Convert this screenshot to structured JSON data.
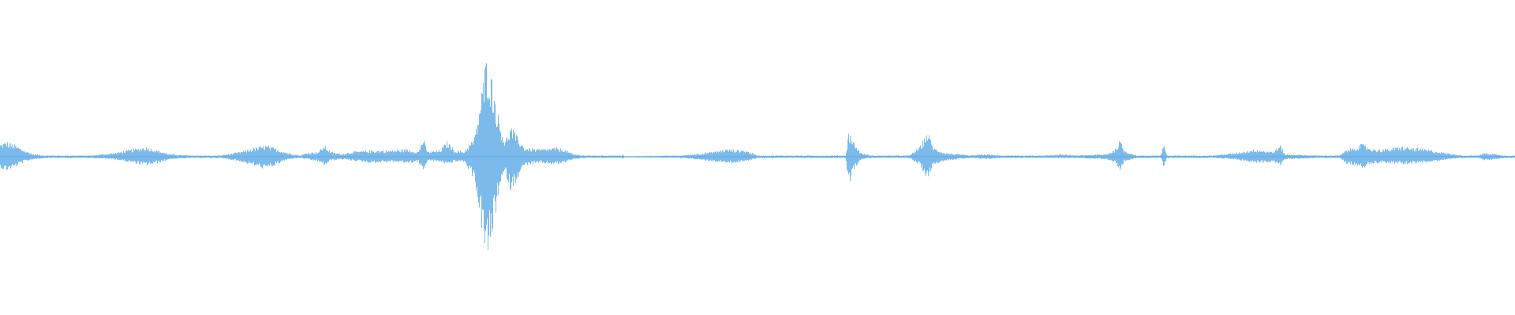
{
  "waveform": {
    "color": "#5aa9e6",
    "background": "#ffffff",
    "envelope_max": [
      [
        0.0,
        0.1
      ],
      [
        0.004,
        0.12
      ],
      [
        0.01,
        0.09
      ],
      [
        0.016,
        0.05
      ],
      [
        0.022,
        0.02
      ],
      [
        0.03,
        0.01
      ],
      [
        0.06,
        0.01
      ],
      [
        0.075,
        0.03
      ],
      [
        0.088,
        0.06
      ],
      [
        0.096,
        0.08
      ],
      [
        0.104,
        0.05
      ],
      [
        0.112,
        0.02
      ],
      [
        0.125,
        0.01
      ],
      [
        0.145,
        0.01
      ],
      [
        0.155,
        0.03
      ],
      [
        0.165,
        0.06
      ],
      [
        0.175,
        0.09
      ],
      [
        0.183,
        0.06
      ],
      [
        0.19,
        0.03
      ],
      [
        0.198,
        0.01
      ],
      [
        0.202,
        0.03
      ],
      [
        0.21,
        0.04
      ],
      [
        0.214,
        0.09
      ],
      [
        0.218,
        0.04
      ],
      [
        0.225,
        0.02
      ],
      [
        0.232,
        0.04
      ],
      [
        0.245,
        0.05
      ],
      [
        0.258,
        0.05
      ],
      [
        0.268,
        0.06
      ],
      [
        0.276,
        0.04
      ],
      [
        0.279,
        0.15
      ],
      [
        0.282,
        0.04
      ],
      [
        0.29,
        0.05
      ],
      [
        0.295,
        0.12
      ],
      [
        0.3,
        0.05
      ],
      [
        0.306,
        0.04
      ],
      [
        0.313,
        0.15
      ],
      [
        0.317,
        0.45
      ],
      [
        0.321,
        0.8
      ],
      [
        0.325,
        0.58
      ],
      [
        0.329,
        0.3
      ],
      [
        0.333,
        0.12
      ],
      [
        0.337,
        0.24
      ],
      [
        0.341,
        0.16
      ],
      [
        0.346,
        0.07
      ],
      [
        0.356,
        0.06
      ],
      [
        0.366,
        0.07
      ],
      [
        0.372,
        0.06
      ],
      [
        0.378,
        0.02
      ],
      [
        0.386,
        0.01
      ],
      [
        0.41,
        0.01
      ],
      [
        0.411,
        0.02
      ],
      [
        0.412,
        0.005
      ],
      [
        0.45,
        0.01
      ],
      [
        0.465,
        0.03
      ],
      [
        0.48,
        0.06
      ],
      [
        0.492,
        0.05
      ],
      [
        0.5,
        0.01
      ],
      [
        0.54,
        0.01
      ],
      [
        0.558,
        0.01
      ],
      [
        0.56,
        0.2
      ],
      [
        0.563,
        0.12
      ],
      [
        0.568,
        0.03
      ],
      [
        0.575,
        0.01
      ],
      [
        0.6,
        0.01
      ],
      [
        0.607,
        0.08
      ],
      [
        0.612,
        0.2
      ],
      [
        0.616,
        0.07
      ],
      [
        0.624,
        0.03
      ],
      [
        0.64,
        0.01
      ],
      [
        0.65,
        0.02
      ],
      [
        0.66,
        0.01
      ],
      [
        0.69,
        0.01
      ],
      [
        0.7,
        0.02
      ],
      [
        0.71,
        0.01
      ],
      [
        0.73,
        0.02
      ],
      [
        0.736,
        0.06
      ],
      [
        0.739,
        0.13
      ],
      [
        0.742,
        0.05
      ],
      [
        0.75,
        0.01
      ],
      [
        0.766,
        0.01
      ],
      [
        0.768,
        0.11
      ],
      [
        0.77,
        0.01
      ],
      [
        0.8,
        0.01
      ],
      [
        0.815,
        0.03
      ],
      [
        0.828,
        0.06
      ],
      [
        0.84,
        0.04
      ],
      [
        0.845,
        0.09
      ],
      [
        0.848,
        0.02
      ],
      [
        0.87,
        0.01
      ],
      [
        0.884,
        0.01
      ],
      [
        0.888,
        0.05
      ],
      [
        0.899,
        0.1
      ],
      [
        0.906,
        0.06
      ],
      [
        0.915,
        0.06
      ],
      [
        0.925,
        0.08
      ],
      [
        0.94,
        0.06
      ],
      [
        0.955,
        0.03
      ],
      [
        0.965,
        0.01
      ],
      [
        0.975,
        0.01
      ],
      [
        0.98,
        0.03
      ],
      [
        0.987,
        0.02
      ],
      [
        0.993,
        0.01
      ],
      [
        1.0,
        0.01
      ]
    ],
    "envelope_min": [
      [
        0.0,
        0.09
      ],
      [
        0.004,
        0.11
      ],
      [
        0.01,
        0.08
      ],
      [
        0.016,
        0.04
      ],
      [
        0.022,
        0.02
      ],
      [
        0.03,
        0.01
      ],
      [
        0.06,
        0.01
      ],
      [
        0.075,
        0.02
      ],
      [
        0.088,
        0.05
      ],
      [
        0.096,
        0.07
      ],
      [
        0.104,
        0.05
      ],
      [
        0.112,
        0.02
      ],
      [
        0.125,
        0.01
      ],
      [
        0.145,
        0.01
      ],
      [
        0.155,
        0.03
      ],
      [
        0.165,
        0.06
      ],
      [
        0.175,
        0.1
      ],
      [
        0.183,
        0.06
      ],
      [
        0.19,
        0.02
      ],
      [
        0.198,
        0.01
      ],
      [
        0.202,
        0.02
      ],
      [
        0.21,
        0.04
      ],
      [
        0.214,
        0.07
      ],
      [
        0.218,
        0.03
      ],
      [
        0.225,
        0.02
      ],
      [
        0.232,
        0.03
      ],
      [
        0.245,
        0.05
      ],
      [
        0.258,
        0.04
      ],
      [
        0.268,
        0.05
      ],
      [
        0.276,
        0.04
      ],
      [
        0.279,
        0.12
      ],
      [
        0.282,
        0.03
      ],
      [
        0.29,
        0.04
      ],
      [
        0.295,
        0.06
      ],
      [
        0.3,
        0.04
      ],
      [
        0.306,
        0.04
      ],
      [
        0.313,
        0.18
      ],
      [
        0.317,
        0.5
      ],
      [
        0.321,
        0.83
      ],
      [
        0.325,
        0.6
      ],
      [
        0.329,
        0.28
      ],
      [
        0.333,
        0.12
      ],
      [
        0.337,
        0.27
      ],
      [
        0.341,
        0.18
      ],
      [
        0.346,
        0.07
      ],
      [
        0.356,
        0.05
      ],
      [
        0.366,
        0.06
      ],
      [
        0.372,
        0.05
      ],
      [
        0.378,
        0.02
      ],
      [
        0.386,
        0.01
      ],
      [
        0.41,
        0.01
      ],
      [
        0.411,
        0.02
      ],
      [
        0.412,
        0.005
      ],
      [
        0.45,
        0.01
      ],
      [
        0.465,
        0.03
      ],
      [
        0.48,
        0.05
      ],
      [
        0.492,
        0.04
      ],
      [
        0.5,
        0.01
      ],
      [
        0.54,
        0.01
      ],
      [
        0.558,
        0.01
      ],
      [
        0.56,
        0.22
      ],
      [
        0.563,
        0.11
      ],
      [
        0.568,
        0.02
      ],
      [
        0.575,
        0.01
      ],
      [
        0.6,
        0.01
      ],
      [
        0.607,
        0.07
      ],
      [
        0.612,
        0.17
      ],
      [
        0.616,
        0.06
      ],
      [
        0.624,
        0.03
      ],
      [
        0.64,
        0.01
      ],
      [
        0.65,
        0.02
      ],
      [
        0.66,
        0.01
      ],
      [
        0.69,
        0.01
      ],
      [
        0.7,
        0.01
      ],
      [
        0.71,
        0.01
      ],
      [
        0.73,
        0.02
      ],
      [
        0.736,
        0.05
      ],
      [
        0.739,
        0.14
      ],
      [
        0.742,
        0.04
      ],
      [
        0.75,
        0.01
      ],
      [
        0.766,
        0.01
      ],
      [
        0.768,
        0.09
      ],
      [
        0.77,
        0.01
      ],
      [
        0.8,
        0.01
      ],
      [
        0.815,
        0.02
      ],
      [
        0.828,
        0.05
      ],
      [
        0.84,
        0.04
      ],
      [
        0.845,
        0.07
      ],
      [
        0.848,
        0.02
      ],
      [
        0.87,
        0.01
      ],
      [
        0.884,
        0.01
      ],
      [
        0.888,
        0.05
      ],
      [
        0.899,
        0.09
      ],
      [
        0.906,
        0.05
      ],
      [
        0.915,
        0.05
      ],
      [
        0.925,
        0.06
      ],
      [
        0.94,
        0.05
      ],
      [
        0.955,
        0.02
      ],
      [
        0.965,
        0.01
      ],
      [
        0.975,
        0.01
      ],
      [
        0.98,
        0.03
      ],
      [
        0.987,
        0.02
      ],
      [
        0.993,
        0.01
      ],
      [
        1.0,
        0.01
      ]
    ]
  }
}
